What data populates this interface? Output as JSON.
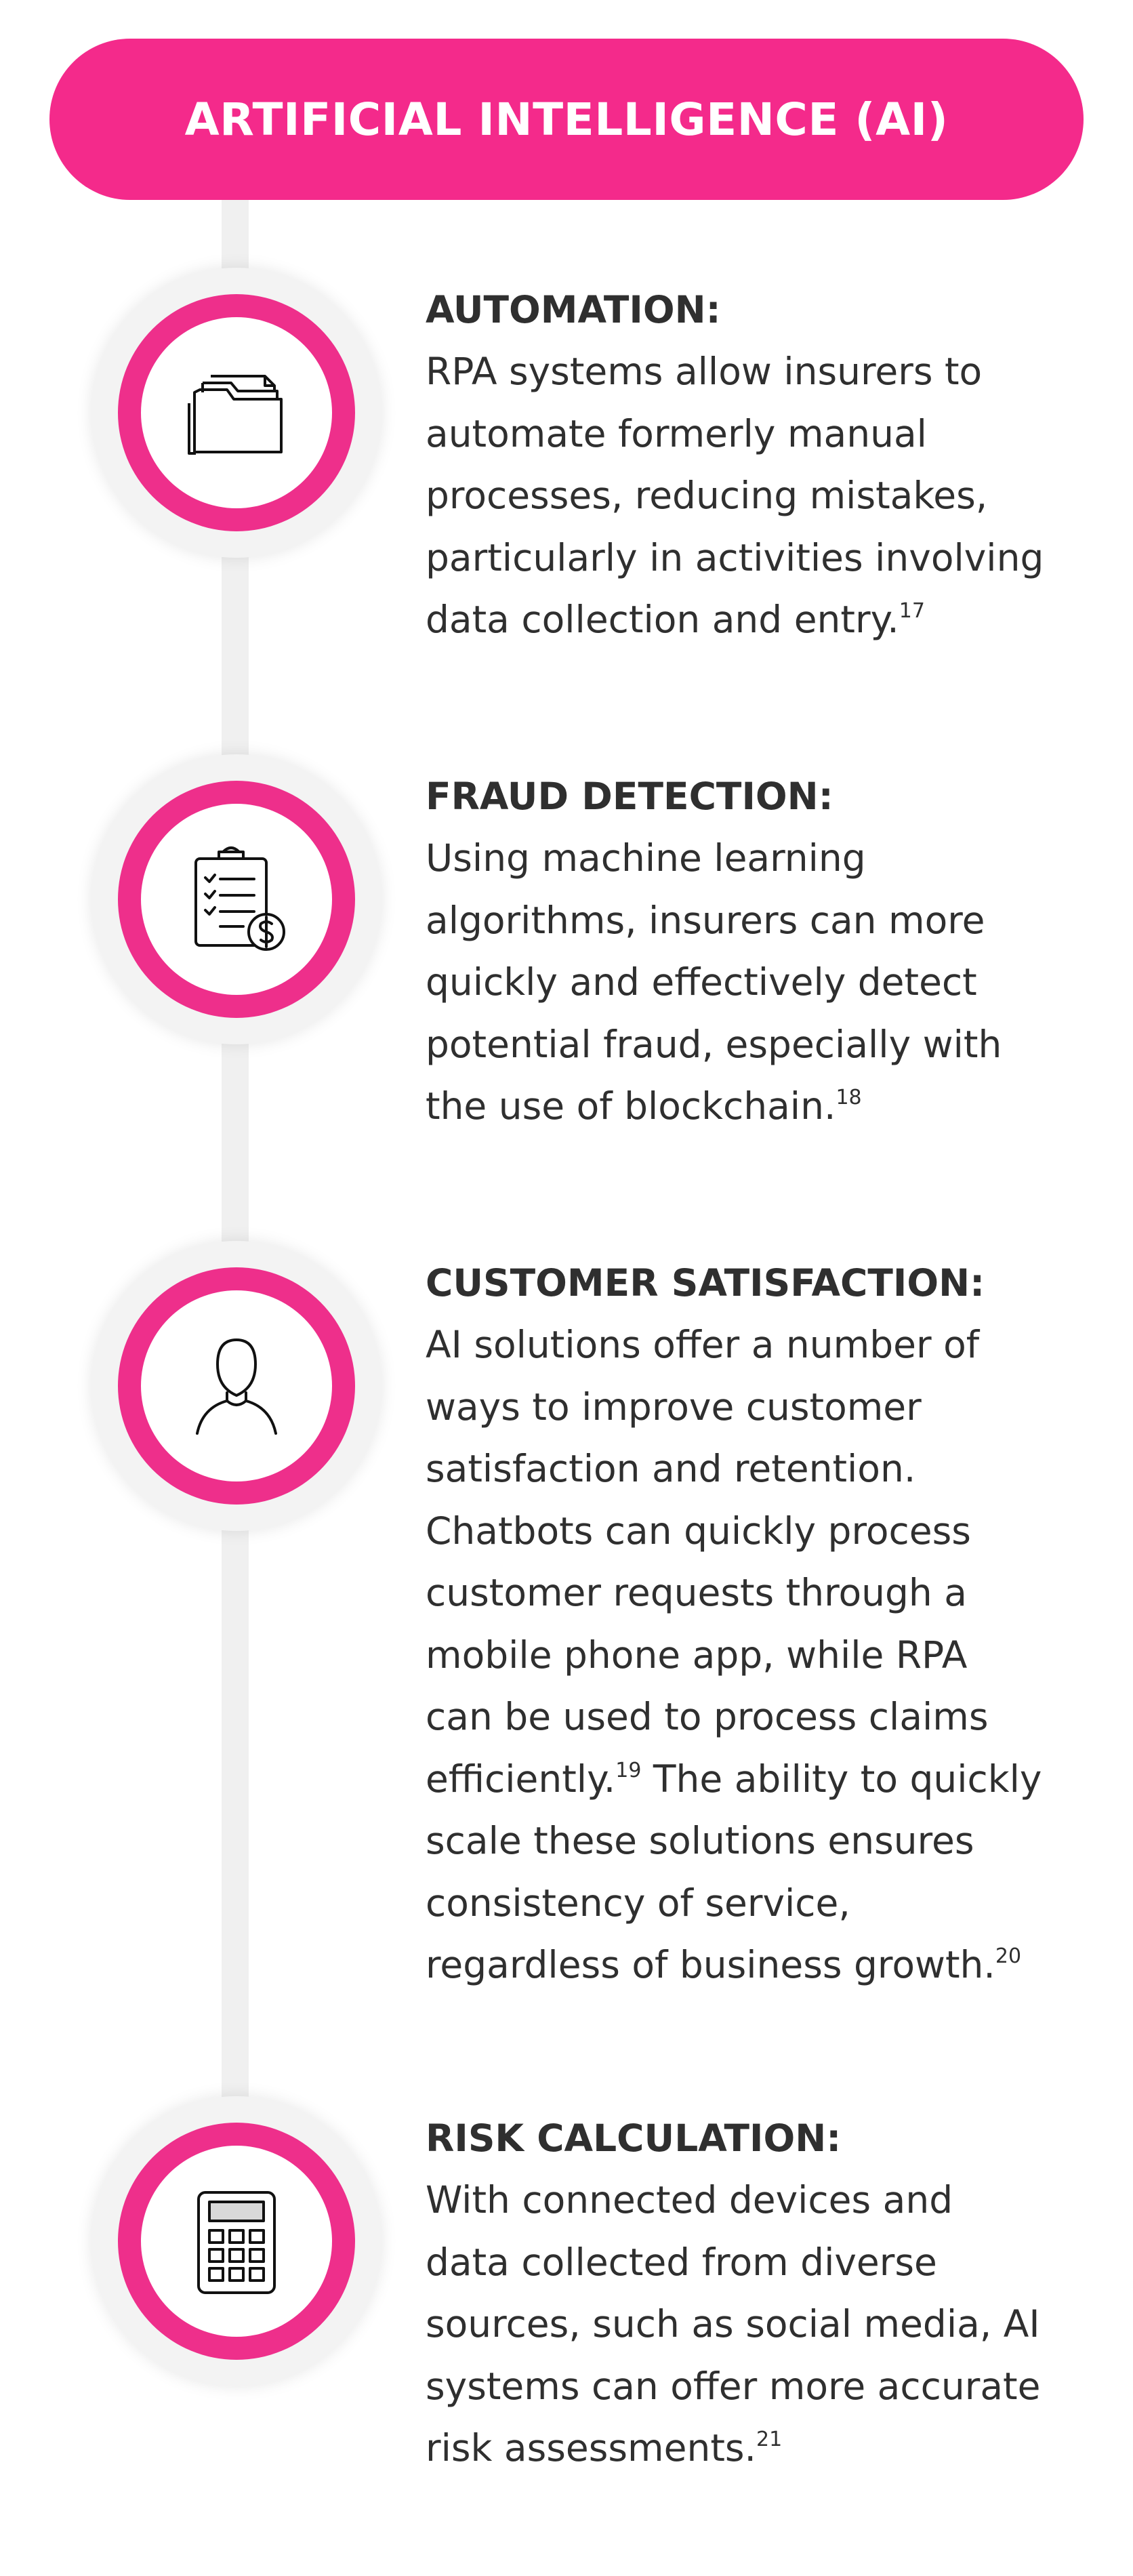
{
  "header": {
    "title": "ARTIFICIAL INTELLIGENCE (AI)"
  },
  "colors": {
    "accent": "#f42a8b",
    "text": "#2f2f2f",
    "timeline": "#f0f0f0"
  },
  "items": [
    {
      "icon": "folder-icon",
      "title": "AUTOMATION:",
      "lines": [
        "RPA systems allow insurers to",
        "automate formerly manual",
        "processes, reducing mistakes,",
        "particularly in activities involving",
        "data collection and entry."
      ],
      "footnote": "17"
    },
    {
      "icon": "clipboard-dollar-icon",
      "title": "FRAUD DETECTION:",
      "lines": [
        "Using machine learning",
        "algorithms, insurers can more",
        "quickly and effectively detect",
        "potential fraud, especially with",
        "the use of blockchain."
      ],
      "footnote": "18"
    },
    {
      "icon": "person-icon",
      "title": "CUSTOMER SATISFACTION:",
      "lines": [
        "AI solutions offer a number of",
        "ways to improve customer",
        "satisfaction and retention.",
        "Chatbots can quickly process",
        "customer requests through a",
        "mobile phone app, while RPA",
        "can be used to process claims"
      ],
      "line8_before": "efficiently.",
      "line8_footnote": "19",
      "line8_after": " The ability to quickly",
      "lines_after": [
        "scale these solutions ensures",
        "consistency of service,"
      ],
      "last_line": "regardless of business growth.",
      "footnote": "20"
    },
    {
      "icon": "calculator-icon",
      "title": "RISK CALCULATION:",
      "lines": [
        "With connected devices and",
        "data collected from diverse",
        "sources, such as social media, AI",
        "systems can offer more accurate",
        "risk assessments."
      ],
      "footnote": "21"
    }
  ]
}
